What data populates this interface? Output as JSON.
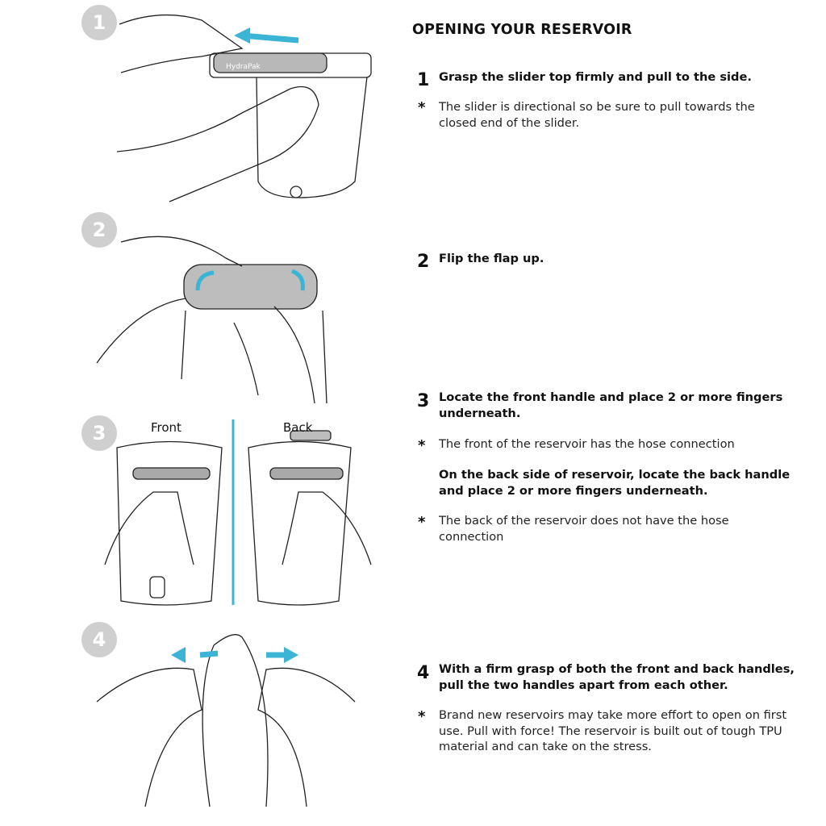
{
  "title": "OPENING YOUR RESERVOIR",
  "steps": [
    {
      "badge": "1",
      "number": "1",
      "text": "Grasp the slider top firmly and pull to the side.",
      "notes": [
        {
          "star": "*",
          "text": "The slider is directional so be sure to pull towards the closed end of the slider."
        }
      ]
    },
    {
      "badge": "2",
      "number": "2",
      "text": "Flip the flap up.",
      "notes": []
    },
    {
      "badge": "3",
      "number": "3",
      "text": "Locate the front handle and place 2 or more fingers underneath.",
      "notes": [
        {
          "star": "*",
          "text": "The front of the reservoir has the hose connection"
        },
        {
          "star": "*",
          "text": "The back of the reservoir does not have the hose connection"
        }
      ],
      "extra": "On the back side of reservoir, locate the back handle and place 2 or more fingers underneath.",
      "labels": {
        "front": "Front",
        "back": "Back"
      }
    },
    {
      "badge": "4",
      "number": "4",
      "text": "With a firm grasp of both the front and back handles, pull the two handles apart from each other.",
      "notes": [
        {
          "star": "*",
          "text": "Brand new reservoirs may take more effort to open on first use. Pull with force! The reservoir is built out of tough TPU material and can take on the stress."
        }
      ]
    }
  ],
  "brand_on_slider": "HydraPak",
  "colors": {
    "accent": "#3bb4d6",
    "badge": "#cfcfcf",
    "handle": "#a9a9a9"
  }
}
